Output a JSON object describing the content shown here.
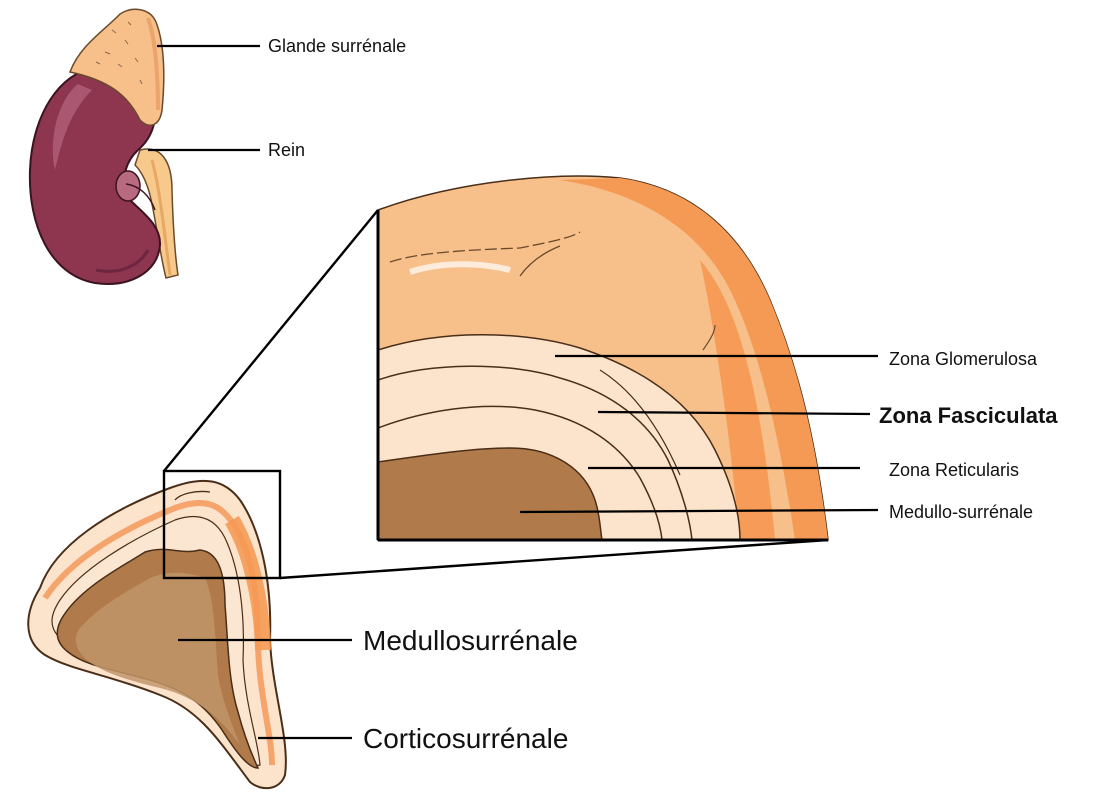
{
  "labels": {
    "adrenal_gland": "Glande surrénale",
    "kidney": "Rein",
    "zona_glomerulosa": "Zona Glomerulosa",
    "zona_fasciculata": "Zona Fasciculata",
    "zona_reticularis": "Zona Reticularis",
    "medulla_detail": "Medullo-surrénale",
    "medulla": "Medullosurrénale",
    "cortex": "Corticosurrénale"
  },
  "colors": {
    "kidney": "#8e3550",
    "kidney_highlight": "#b2607a",
    "adrenal": "#f7bf8a",
    "ureter": "#f7c98a",
    "cortex_outer": "#f5b27a",
    "cortex_dark": "#f59a55",
    "cortex_pale": "#fbe3cc",
    "medulla": "#b07a4a",
    "medulla_dark": "#94603a"
  }
}
